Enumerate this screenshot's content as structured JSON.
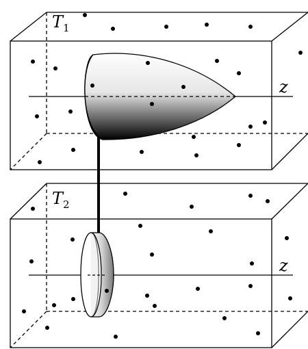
{
  "top_box": {
    "temperature_label": "T",
    "temperature_subscript": "1",
    "axis_label": "z",
    "probe": "paraboloid-object"
  },
  "bottom_box": {
    "temperature_label": "T",
    "temperature_subscript": "2",
    "axis_label": "z",
    "probe": "disk-object"
  },
  "connector": "rigid-rod",
  "colors": {
    "stroke": "#000000",
    "background": "#ffffff",
    "shade_light": "#ffffff",
    "shade_dark": "#000000"
  }
}
